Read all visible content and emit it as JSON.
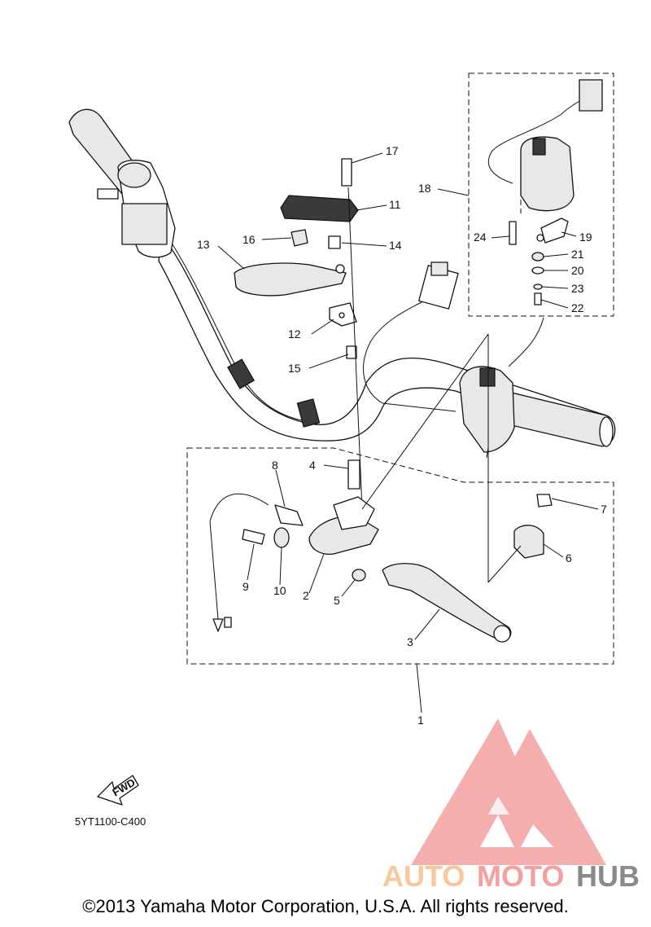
{
  "diagram_id": "5YT1100-C400",
  "copyright": "©2013 Yamaha Motor Corporation, U.S.A. All rights reserved.",
  "fwd_arrow_label": "FWD",
  "watermark": {
    "part1": "AUTO",
    "part2": "MOTO",
    "part3": "HUB",
    "colors": {
      "auto": "#f6c89a",
      "moto": "#f4a0a0",
      "hub": "#8a8a8a",
      "logo": "#f4a6a6"
    }
  },
  "part_labels": [
    "1",
    "2",
    "3",
    "4",
    "5",
    "6",
    "7",
    "8",
    "9",
    "10",
    "11",
    "12",
    "13",
    "14",
    "15",
    "16",
    "17",
    "18",
    "19",
    "20",
    "21",
    "22",
    "23",
    "24"
  ]
}
